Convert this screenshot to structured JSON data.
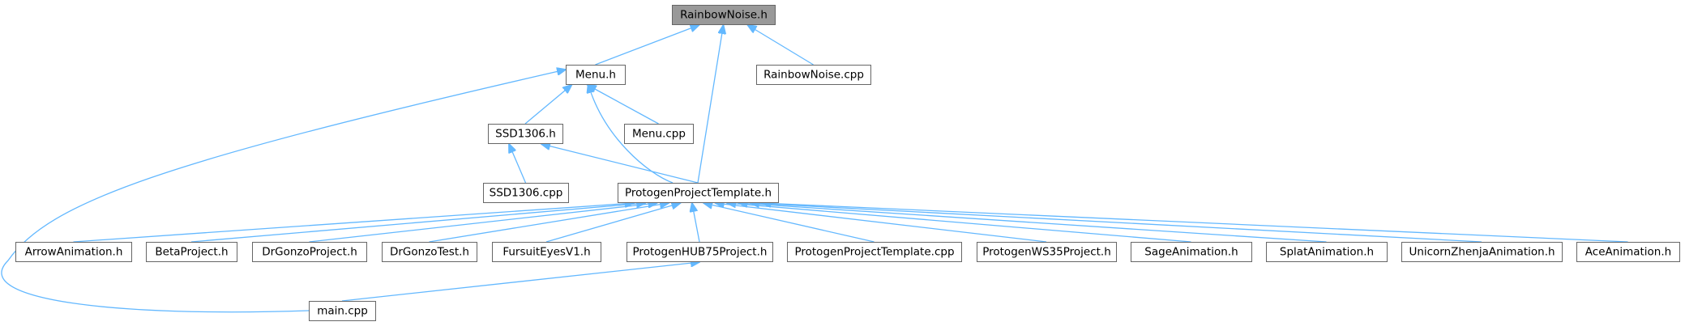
{
  "diagram": {
    "type": "include-dependency-graph",
    "colors": {
      "edge": "#63b8ff",
      "node_border": "#666666",
      "root_fill": "#999999",
      "node_fill": "#ffffff",
      "text": "#000000"
    },
    "nodes": [
      {
        "id": "rainbownoise_h",
        "label": "RainbowNoise.h",
        "root": true
      },
      {
        "id": "menu_h",
        "label": "Menu.h"
      },
      {
        "id": "rainbownoise_cpp",
        "label": "RainbowNoise.cpp"
      },
      {
        "id": "ssd1306_h",
        "label": "SSD1306.h"
      },
      {
        "id": "menu_cpp",
        "label": "Menu.cpp"
      },
      {
        "id": "ssd1306_cpp",
        "label": "SSD1306.cpp"
      },
      {
        "id": "protogen_template_h",
        "label": "ProtogenProjectTemplate.h"
      },
      {
        "id": "arrowanimation_h",
        "label": "ArrowAnimation.h"
      },
      {
        "id": "betaproject_h",
        "label": "BetaProject.h"
      },
      {
        "id": "drgonzoproject_h",
        "label": "DrGonzoProject.h"
      },
      {
        "id": "drgonzotest_h",
        "label": "DrGonzoTest.h"
      },
      {
        "id": "fursuiteyesv1_h",
        "label": "FursuitEyesV1.h"
      },
      {
        "id": "protogenhub75_h",
        "label": "ProtogenHUB75Project.h"
      },
      {
        "id": "protogen_template_cpp",
        "label": "ProtogenProjectTemplate.cpp"
      },
      {
        "id": "protogenws35_h",
        "label": "ProtogenWS35Project.h"
      },
      {
        "id": "sageanimation_h",
        "label": "SageAnimation.h"
      },
      {
        "id": "splatanimation_h",
        "label": "SplatAnimation.h"
      },
      {
        "id": "unicornzhenja_h",
        "label": "UnicornZhenjaAnimation.h"
      },
      {
        "id": "aceanimation_h",
        "label": "AceAnimation.h"
      },
      {
        "id": "main_cpp",
        "label": "main.cpp"
      }
    ],
    "edges": [
      {
        "from": "menu_h",
        "to": "rainbownoise_h"
      },
      {
        "from": "protogen_template_h",
        "to": "rainbownoise_h"
      },
      {
        "from": "rainbownoise_cpp",
        "to": "rainbownoise_h"
      },
      {
        "from": "ssd1306_h",
        "to": "menu_h"
      },
      {
        "from": "menu_cpp",
        "to": "menu_h"
      },
      {
        "from": "protogen_template_h",
        "to": "menu_h"
      },
      {
        "from": "main_cpp",
        "to": "menu_h"
      },
      {
        "from": "ssd1306_cpp",
        "to": "ssd1306_h"
      },
      {
        "from": "protogen_template_h",
        "to": "ssd1306_h"
      },
      {
        "from": "arrowanimation_h",
        "to": "protogen_template_h"
      },
      {
        "from": "betaproject_h",
        "to": "protogen_template_h"
      },
      {
        "from": "drgonzoproject_h",
        "to": "protogen_template_h"
      },
      {
        "from": "drgonzotest_h",
        "to": "protogen_template_h"
      },
      {
        "from": "fursuiteyesv1_h",
        "to": "protogen_template_h"
      },
      {
        "from": "protogenhub75_h",
        "to": "protogen_template_h"
      },
      {
        "from": "protogen_template_cpp",
        "to": "protogen_template_h"
      },
      {
        "from": "protogenws35_h",
        "to": "protogen_template_h"
      },
      {
        "from": "sageanimation_h",
        "to": "protogen_template_h"
      },
      {
        "from": "splatanimation_h",
        "to": "protogen_template_h"
      },
      {
        "from": "unicornzhenja_h",
        "to": "protogen_template_h"
      },
      {
        "from": "aceanimation_h",
        "to": "protogen_template_h"
      },
      {
        "from": "main_cpp",
        "to": "protogenhub75_h"
      }
    ]
  }
}
